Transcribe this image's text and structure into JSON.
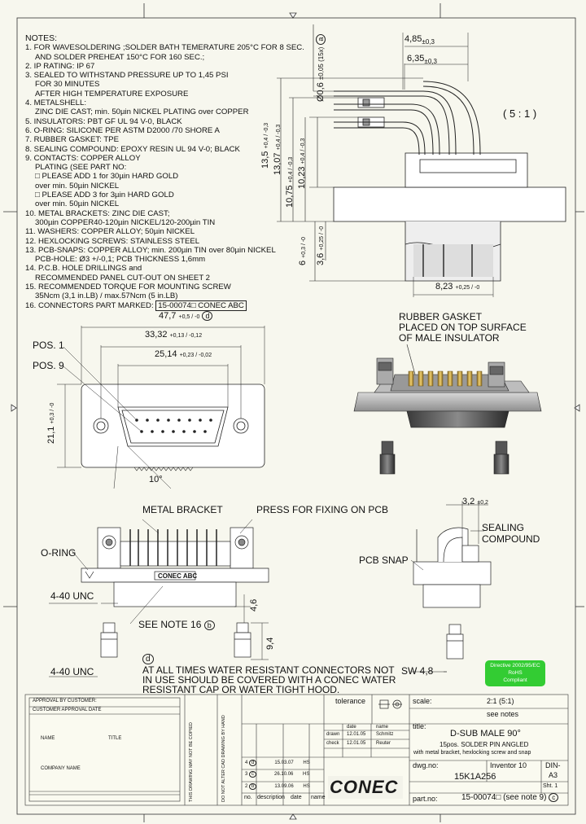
{
  "notes": {
    "heading": "NOTES:",
    "lines": [
      "1. FOR WAVESOLDERING ;SOLDER BATH TEMERATURE 205°C FOR 8 SEC.",
      "   AND SOLDER PREHEAT 150°C FOR 160 SEC.;",
      "2. IP RATING: IP 67",
      "3. SEALED TO WITHSTAND PRESSURE UP TO 1,45 PSI",
      "   FOR 30 MINUTES",
      "   AFTER HIGH TEMPERATURE EXPOSURE",
      "4. METALSHELL:",
      "   ZINC DIE CAST; min. 50µin NICKEL PLATING over COPPER",
      "5. INSULATORS: PBT GF UL 94 V-0, BLACK",
      "6. O-RING: SILICONE PER ASTM D2000 /70 SHORE A",
      "7. RUBBER GASKET: TPE",
      "8. SEALING COMPOUND: EPOXY RESIN UL 94 V-0; BLACK",
      "9. CONTACTS: COPPER ALLOY",
      "   PLATING (SEE PART NO:",
      "   □ PLEASE ADD 1 for 30µin HARD GOLD",
      "      over min. 50µin NICKEL",
      "   □ PLEASE ADD 3 for 3µin HARD GOLD",
      "      over min. 50µin NICKEL",
      "10. METAL BRACKETS: ZINC DIE CAST;",
      "   300µin COPPER40-120µin NICKEL/120-200µin TIN",
      "11. WASHERS: COPPER ALLOY; 50µin NICKEL",
      "12. HEXLOCKING SCREWS: STAINLESS STEEL",
      "13. PCB-SNAPS: COPPER ALLOY; min. 200µin TIN over 80µin NICKEL",
      "   PCB-HOLE: Ø3 +/-0,1; PCB THICKNESS 1,6mm",
      "14. P.C.B. HOLE DRILLINGS and",
      "   RECOMMENDED PANEL CUT-OUT ON SHEET 2",
      "15. RECOMMENDED TORQUE FOR MOUNTING SCREW",
      "   35Ncm (3,1 in.LB) / max.57Ncm (5 in.LB)",
      "16. CONNECTORS PART MARKED:"
    ],
    "part_marked": "15-00074□ CONEC ABC"
  },
  "side_view": {
    "dim_4_85": "4,85",
    "tol_4_85": "±0,3",
    "dim_6_35": "6,35",
    "tol_6_35": "±0,3",
    "pin_dia": "Ø0,6",
    "pin_dia_tol": "±0,05 (15x)",
    "note_a": "a",
    "scale": "( 5 : 1 )",
    "h_13_5": "13,5",
    "h_13_5_tol": "+0,4 / -0,3",
    "h_13_07": "13,07",
    "h_13_07_tol": "+0,4 / -0,3",
    "h_10_75": "10,75",
    "h_10_75_tol": "+0,4 / -0,3",
    "h_10_23": "10,23",
    "h_10_23_tol": "+0,4 / -0,3",
    "h_6": "6",
    "h_6_tol": "+0,3 / -0",
    "h_3_6": "3,6",
    "h_3_6_tol": "+0,25 / -0",
    "w_8_23": "8,23",
    "w_8_23_tol": "+0,25 / -0"
  },
  "front_view": {
    "w_47_7": "47,7",
    "w_47_7_tol": "+0,5 / -0",
    "note_d": "d",
    "w_33_32": "33,32",
    "w_33_32_tol": "+0,13 / -0,12",
    "w_25_14": "25,14",
    "w_25_14_tol": "+0,23 / -0,02",
    "pos1": "POS. 1",
    "pos9": "POS. 9",
    "h_21_1": "21,1",
    "h_21_1_tol": "+0,3 / -0",
    "angle": "10°"
  },
  "iso": {
    "rubber_gasket_1": "RUBBER GASKET",
    "rubber_gasket_2": "PLACED ON TOP SURFACE",
    "rubber_gasket_3": "OF MALE INSULATOR"
  },
  "bottom_left": {
    "metal_bracket": "METAL BRACKET",
    "press": "PRESS  FOR FIXING ON PCB",
    "oring": "O-RING",
    "unc1": "4-40 UNC",
    "see_note": "SEE NOTE 16",
    "note_b": "b",
    "unc2": "4-40 UNC",
    "dim_4_6": "4,6",
    "dim_9_4": "9,4",
    "marking": "CONEC  ABC"
  },
  "bottom_right": {
    "dim_3_2": "3,2",
    "dim_3_2_tol": "±0,2",
    "sealing_1": "SEALING",
    "sealing_2": "COMPOUND",
    "pcb_snap": "PCB SNAP",
    "sw": "SW 4,8",
    "rohs_1": "Directive 2002/95/EC",
    "rohs_2": "RoHS",
    "rohs_3": "Compliant"
  },
  "warning": {
    "note_d": "d",
    "line1": "AT ALL TIMES WATER RESISTANT CONNECTORS NOT",
    "line2": "IN USE SHOULD BE COVERED WITH A CONEC WATER",
    "line3": "RESISTANT CAP OR WATER TIGHT HOOD."
  },
  "title_block": {
    "tolerance": "tolerance",
    "scale_label": "scale:",
    "scale_value": "2:1 (5:1)",
    "see_notes": "see notes",
    "date_label": "date",
    "name_label": "name",
    "drawn_label": "drawn",
    "drawn_date": "12.01.05",
    "drawn_name": "Schmitz",
    "check_label": "check",
    "check_date": "12.01.05",
    "check_name": "Reuter",
    "title_label": "title:",
    "title_1": "D-SUB MALE 90°",
    "title_2": "15pos. SOLDER PIN ANGLED",
    "title_3": "with metal bracket, hexlocking screw and snap",
    "dwg_label": "dwg.no:",
    "inventor": "Inventor 10",
    "din": "DIN-",
    "a3": "A3",
    "dwg_no": "15K1A256",
    "sht": "Sht. 1",
    "partno_label": "part.no:",
    "partno": "15-00074□ (see note 9)",
    "note_c": "c",
    "conec": "CONEC",
    "rev_no": "no.",
    "rev_desc": "description",
    "rev_date": "date",
    "rev_name": "name",
    "rev_rows": [
      [
        "4",
        "d",
        "15.03.07",
        "HS"
      ],
      [
        "3",
        "c",
        "26.10.06",
        "HS"
      ],
      [
        "2",
        "b",
        "13.09.06",
        "HS"
      ]
    ],
    "approval_1": "APPROVAL BY CUSTOMER:",
    "approval_2": "CUSTOMER APPROVAL DATE",
    "name_field": "NAME",
    "title_field": "TITLE",
    "company_field": "COMPANY NAME",
    "vert_notice": "THIS DRAWING MAY NOT BE COPIED",
    "vert_cad": "DO NOT ALTER CAD DRAWING BY HAND"
  },
  "colors": {
    "background": "#f7f7ee",
    "line": "#1a1a1a",
    "rohs_green": "#33cc33",
    "gold": "#c8a040",
    "body_gray": "#8a8a8a"
  }
}
